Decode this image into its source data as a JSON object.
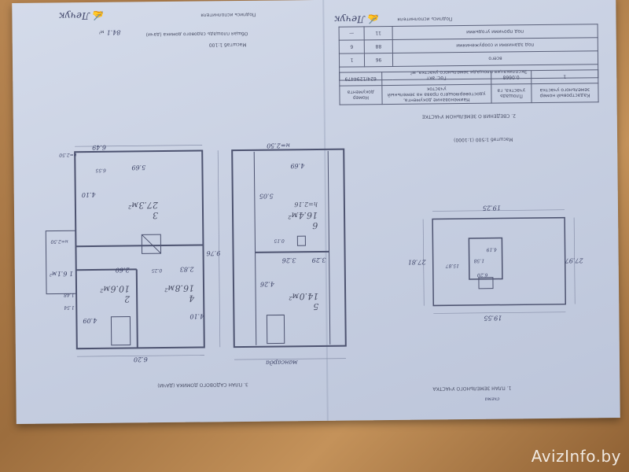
{
  "watermark": "AvizInfo.by",
  "left_page": {
    "header_right": "Подпись исполнителя",
    "header_line": "Масштаб 1:100",
    "area_label": "Общая площадь садового домика (дачи)",
    "area_value": "84.1",
    "area_unit": "м²",
    "footer_title": "3. ПЛАН САДОВОГО ДОМИКА (ДАЧИ)",
    "floor1_rooms": [
      {
        "num": "3",
        "area": "27.3м²"
      },
      {
        "num": "2",
        "area": "10.6м²"
      },
      {
        "num": "4",
        "area": "16.8м²"
      },
      {
        "num": "1",
        "area": "6.1м²"
      }
    ],
    "floor1_dims": [
      "6.49",
      "5.69",
      "4.10",
      "2.60",
      "2.83",
      "4.09",
      "6.20",
      "9.76",
      "4.10",
      "1.54",
      "1.48",
      "0.25",
      "6.55",
      "н=2.50",
      "н=2.50"
    ],
    "floor2_rooms": [
      {
        "num": "6",
        "area": "16.4м²",
        "h": "h=2.16"
      },
      {
        "num": "5",
        "area": "14.0м²"
      }
    ],
    "floor2_dims": [
      "н=2.50",
      "4.69",
      "5.05",
      "3.26",
      "3.29",
      "4.26",
      "0.15",
      "мансарда"
    ]
  },
  "right_page": {
    "header_label": "Подпись исполнителя",
    "table_title": "Экспликация площади земельного участка, м²",
    "table_rows": [
      [
        "всего",
        "96",
        "1"
      ],
      [
        "под зданиями и сооружениями",
        "88",
        "6"
      ],
      [
        "под прочими угодьями",
        "11",
        "—"
      ]
    ],
    "section_title": "2. СВЕДЕНИЯ О ЗЕМЕЛЬНОМ УЧАСТКЕ",
    "table2_headers": [
      "Кадастровый номер земельного участка",
      "Площадь участка, га",
      "Наименование документа, удостоверяющего права на земельный участок",
      "Номер документа"
    ],
    "table2_values": [
      "1",
      "0.0668",
      "Гос. акт",
      "624/1294479"
    ],
    "scale": "Масштаб 1:500 (1:1000)",
    "site_dims": [
      "19.25",
      "19.55",
      "27.97",
      "27.81",
      "15.87",
      "4.19",
      "1.58",
      "6.20"
    ],
    "footer_title": "1. ПЛАН ЗЕМЕЛЬНОГО УЧАСТКА",
    "north": "схема"
  }
}
